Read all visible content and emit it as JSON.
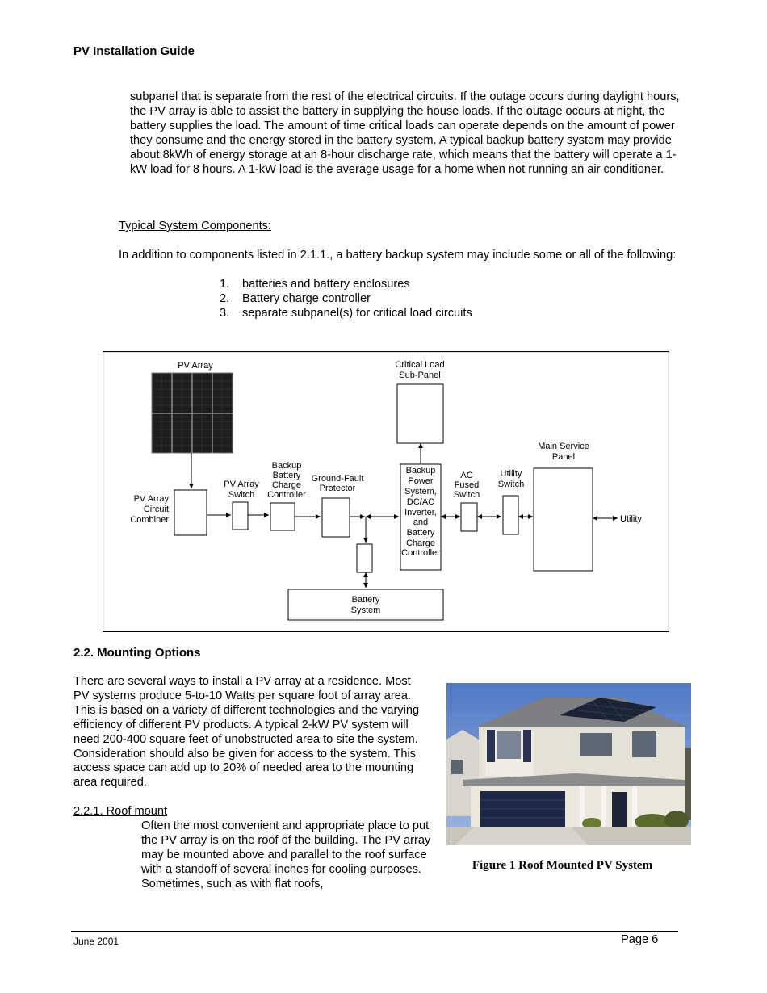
{
  "header": {
    "title": "PV Installation Guide"
  },
  "paragraph_continued": "subpanel that is separate from the rest of the electrical circuits. If the outage occurs during daylight hours, the PV array is able to assist the battery in supplying the house loads. If the outage occurs at night, the battery supplies the load. The amount of time critical loads can operate depends on the amount of power they consume and the energy stored in the battery system.  A typical backup battery system may provide about 8kWh of energy storage at an 8-hour discharge rate, which means that the battery will operate a 1-kW load for 8 hours. A 1-kW load is the average usage for a home when not running an air conditioner.",
  "components": {
    "heading": "Typical System Components:",
    "intro": "In addition to components listed in 2.1.1., a battery backup system may include some or all of the following:",
    "items": [
      {
        "num": "1.",
        "text": "batteries and battery enclosures"
      },
      {
        "num": "2.",
        "text": "Battery charge controller"
      },
      {
        "num": "3.",
        "text": "separate subpanel(s) for critical load circuits"
      }
    ]
  },
  "diagram": {
    "pv_array": "PV Array",
    "critical_load": [
      "Critical Load",
      "Sub-Panel"
    ],
    "main_service": [
      "Main Service",
      "Panel"
    ],
    "combiner": [
      "PV Array",
      "Circuit",
      "Combiner"
    ],
    "array_switch": [
      "PV Array",
      "Switch"
    ],
    "backup_charge": [
      "Backup",
      "Battery",
      "Charge",
      "Controller"
    ],
    "ground_fault": [
      "Ground-Fault",
      "Protector"
    ],
    "backup_power": [
      "Backup",
      "Power",
      "System,",
      "DC/AC",
      "Inverter,",
      "and",
      "Battery",
      "Charge",
      "Controller"
    ],
    "ac_fused": [
      "AC",
      "Fused",
      "Switch"
    ],
    "utility_switch": [
      "Utility",
      "Switch"
    ],
    "utility": "Utility",
    "battery_system": [
      "Battery",
      "System"
    ]
  },
  "section": {
    "title": "2.2. Mounting Options",
    "paragraph": "There are several ways to install a PV array at a residence. Most PV systems produce 5-to-10 Watts per square foot of array area. This is based on a variety of different technologies and the varying efficiency of different PV products. A typical 2-kW PV system will need 200-400 square feet of unobstructed area to site the system. Consideration should also be given for access to the system. This access space can add up to 20% of needed area to the mounting area required.",
    "subsection_title": "2.2.1. Roof mount",
    "subsection_paragraph": "Often the most convenient and appropriate place to put the PV array is on the roof of the building. The PV array may be mounted above and parallel to the roof surface with a standoff of several inches for cooling purposes.  Sometimes, such as with flat roofs,"
  },
  "figure": {
    "caption": "Figure 1 Roof Mounted PV System"
  },
  "footer": {
    "date": "June 2001",
    "page": "Page 6"
  }
}
